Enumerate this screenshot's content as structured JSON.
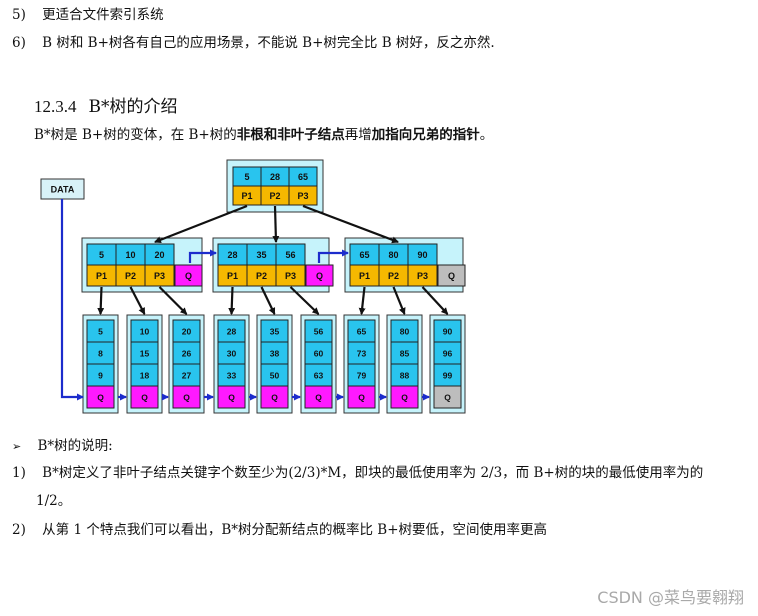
{
  "items_top": [
    {
      "num": "5)",
      "text": "更适合文件索引系统"
    },
    {
      "num": "6)",
      "text": "B 树和 B+树各有自己的应用场景，不能说 B+树完全比 B 树好，反之亦然."
    }
  ],
  "section": {
    "number": "12.3.4",
    "title": "B*树的介绍"
  },
  "intro": {
    "prefix": "B*树是 B+树的变体，在 B+树的",
    "bold1": "非根和非叶子结点",
    "middle": "再增",
    "bold2": "加指向兄弟的指针",
    "suffix": "。"
  },
  "diagram": {
    "data_label": "DATA",
    "root": {
      "keys": [
        "5",
        "28",
        "65"
      ],
      "ptrs": [
        "P1",
        "P2",
        "P3"
      ]
    },
    "internal": [
      {
        "keys": [
          "5",
          "10",
          "20"
        ],
        "ptrs": [
          "P1",
          "P2",
          "P3"
        ],
        "q": "Q"
      },
      {
        "keys": [
          "28",
          "35",
          "56"
        ],
        "ptrs": [
          "P1",
          "P2",
          "P3"
        ],
        "q": "Q"
      },
      {
        "keys": [
          "65",
          "80",
          "90"
        ],
        "ptrs": [
          "P1",
          "P2",
          "P3"
        ],
        "q": "Q"
      }
    ],
    "leaves": [
      {
        "keys": [
          "5",
          "8",
          "9"
        ],
        "q": "Q"
      },
      {
        "keys": [
          "10",
          "15",
          "18"
        ],
        "q": "Q"
      },
      {
        "keys": [
          "20",
          "26",
          "27"
        ],
        "q": "Q"
      },
      {
        "keys": [
          "28",
          "30",
          "33"
        ],
        "q": "Q"
      },
      {
        "keys": [
          "35",
          "38",
          "50"
        ],
        "q": "Q"
      },
      {
        "keys": [
          "56",
          "60",
          "63"
        ],
        "q": "Q"
      },
      {
        "keys": [
          "65",
          "73",
          "79"
        ],
        "q": "Q"
      },
      {
        "keys": [
          "80",
          "85",
          "88"
        ],
        "q": "Q"
      },
      {
        "keys": [
          "90",
          "96",
          "99"
        ],
        "q": "Q"
      }
    ],
    "colors": {
      "key": "#29c4ee",
      "ptr": "#f5b800",
      "q": "#ff19ff",
      "q_last": "#bdbdbd",
      "panel": "#c6f3fb",
      "arrow_blue": "#1c2ccc",
      "arrow_black": "#111111"
    }
  },
  "notes_header": {
    "bullet": "➢",
    "text": "B*树的说明:"
  },
  "notes": [
    {
      "num": "1)",
      "line1": "B*树定义了非叶子结点关键字个数至少为(2/3)*M，即块的最低使用率为 2/3，而 B+树的块的最低使用率为的",
      "line2": "1/2。"
    },
    {
      "num": "2)",
      "line1": "从第 1 个特点我们可以看出，B*树分配新结点的概率比 B+树要低，空间使用率更高"
    }
  ],
  "watermark": "CSDN @菜鸟要翱翔"
}
